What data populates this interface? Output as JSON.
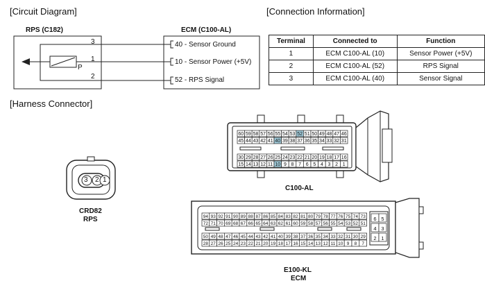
{
  "sections": {
    "circuit": "[Circuit Diagram]",
    "connection": "[Connection Information]",
    "harness": "[Harness Connector]"
  },
  "circuit": {
    "rps_title": "RPS (C182)",
    "ecm_title": "ECM (C100-AL)",
    "sensor_p": "P",
    "pins": [
      "3",
      "1",
      "2"
    ],
    "ecm_labels": [
      "40 - Sensor Ground",
      "10 - Sensor Power (+5V)",
      "52 - RPS Signal"
    ]
  },
  "table": {
    "headers": [
      "Terminal",
      "Connected to",
      "Function"
    ],
    "rows": [
      [
        "1",
        "ECM C100-AL (10)",
        "Sensor Power (+5V)"
      ],
      [
        "2",
        "ECM C100-AL (52)",
        "RPS Signal"
      ],
      [
        "3",
        "ECM C100-AL (40)",
        "Sensor Signal"
      ]
    ]
  },
  "crd": {
    "pins": [
      "3",
      "2",
      "1"
    ],
    "name": "CRD82",
    "sub": "RPS"
  },
  "c100": {
    "name": "C100-AL",
    "highlight": [
      "52",
      "40",
      "10"
    ],
    "rows": [
      [
        "60",
        "59",
        "58",
        "57",
        "56",
        "55",
        "54",
        "53",
        "52",
        "51",
        "50",
        "49",
        "48",
        "47",
        "46"
      ],
      [
        "45",
        "44",
        "43",
        "42",
        "41",
        "40",
        "39",
        "38",
        "37",
        "36",
        "35",
        "34",
        "33",
        "32",
        "31"
      ],
      [
        "30",
        "29",
        "28",
        "27",
        "26",
        "25",
        "24",
        "23",
        "22",
        "21",
        "20",
        "19",
        "18",
        "17",
        "16"
      ],
      [
        "15",
        "14",
        "13",
        "12",
        "11",
        "10",
        "9",
        "8",
        "7",
        "6",
        "5",
        "4",
        "3",
        "2",
        "1"
      ]
    ]
  },
  "e100": {
    "name": "E100-KL",
    "sub": "ECM",
    "rows": [
      [
        "94",
        "93",
        "92",
        "91",
        "90",
        "89",
        "88",
        "87",
        "86",
        "85",
        "84",
        "83",
        "82",
        "81",
        "80",
        "79",
        "78",
        "77",
        "76",
        "75",
        "74",
        "73"
      ],
      [
        "72",
        "71",
        "70",
        "69",
        "68",
        "67",
        "66",
        "65",
        "64",
        "63",
        "62",
        "61",
        "60",
        "59",
        "58",
        "57",
        "56",
        "55",
        "54",
        "53",
        "52",
        "51"
      ],
      [
        "50",
        "49",
        "48",
        "47",
        "46",
        "45",
        "44",
        "43",
        "42",
        "41",
        "40",
        "39",
        "38",
        "37",
        "36",
        "35",
        "34",
        "33",
        "32",
        "31",
        "30",
        "29"
      ],
      [
        "28",
        "27",
        "26",
        "25",
        "24",
        "23",
        "22",
        "21",
        "20",
        "19",
        "18",
        "17",
        "16",
        "15",
        "14",
        "13",
        "12",
        "11",
        "10",
        "9",
        "8",
        "7"
      ]
    ],
    "side": [
      [
        "6",
        "5"
      ],
      [
        "4",
        "3"
      ],
      [
        "2",
        "1"
      ]
    ]
  }
}
